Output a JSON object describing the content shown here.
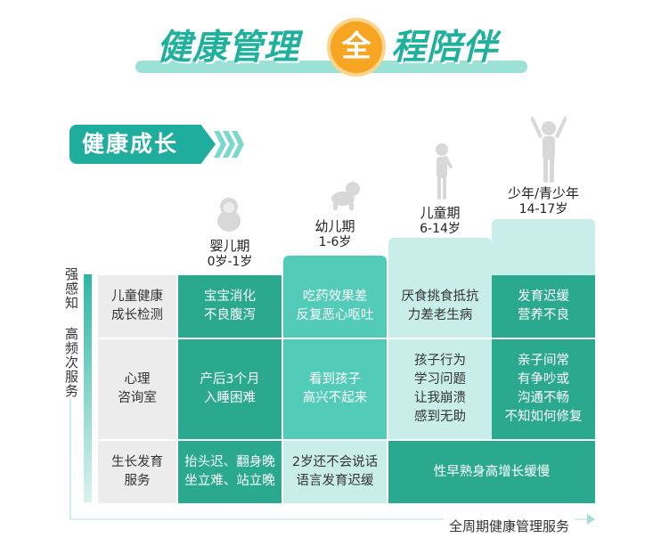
{
  "header": {
    "title_left": "健康管理",
    "badge": "全",
    "title_right": "程陪伴"
  },
  "section": {
    "tab_label": "健康成长"
  },
  "axis": {
    "y_label": "强感知 高频次服务",
    "x_label": "全周期健康管理服务"
  },
  "stages": [
    {
      "name": "婴儿期",
      "age": "0岁-1岁"
    },
    {
      "name": "幼儿期",
      "age": "1-6岁"
    },
    {
      "name": "儿童期",
      "age": "6-14岁"
    },
    {
      "name": "少年/青少年",
      "age": "14-17岁"
    }
  ],
  "rows": [
    {
      "label": "儿童健康\n成长检测",
      "cells": [
        "宝宝消化\n不良腹泻",
        "吃药效果差\n反复恶心呕吐",
        "厌食挑食抵抗\n力差老生病",
        "发育迟缓\n营养不良"
      ]
    },
    {
      "label": "心理\n咨询室",
      "cells": [
        "产后3个月\n入睡困难",
        "看到孩子\n高兴不起来",
        "孩子行为\n学习问题\n让我崩溃\n感到无助",
        "亲子间常\n有争吵或\n沟通不畅\n不知如何修复"
      ]
    },
    {
      "label": "生长发育\n服务",
      "cells": [
        "抬头迟、翻身晚\n坐立难、站立晚",
        "2岁还不会说话\n语言发育迟缓",
        "性早熟身高增长缓慢"
      ]
    }
  ],
  "colors": {
    "dark": "#2aa98f",
    "mid": "#52cbb8",
    "light": "#c9eeea",
    "label_bg": "#ececec",
    "accent": "#f6a623"
  }
}
